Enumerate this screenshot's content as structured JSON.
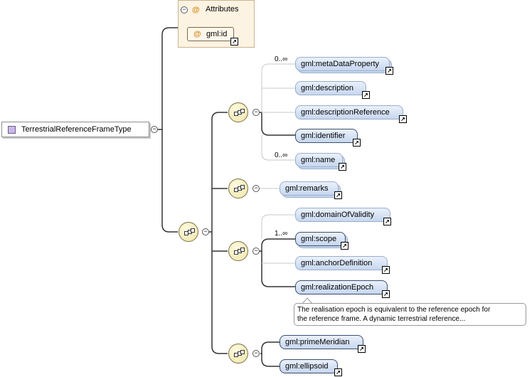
{
  "attributes": {
    "title": "Attributes",
    "id_label": "gml:id",
    "at_symbol": "@"
  },
  "root_type": "TerrestrialReferenceFrameType",
  "collapse_symbol": "−",
  "link_symbol": "↗",
  "seq1": {
    "elements": [
      {
        "label": "gml:metaDataProperty",
        "occurrence": "0..∞"
      },
      {
        "label": "gml:description",
        "occurrence": ""
      },
      {
        "label": "gml:descriptionReference",
        "occurrence": ""
      },
      {
        "label": "gml:identifier",
        "occurrence": ""
      },
      {
        "label": "gml:name",
        "occurrence": "0..∞"
      }
    ]
  },
  "seq2": {
    "elements": [
      {
        "label": "gml:remarks"
      }
    ]
  },
  "seq3": {
    "elements": [
      {
        "label": "gml:domainOfValidity",
        "occurrence": ""
      },
      {
        "label": "gml:scope",
        "occurrence": "1..∞"
      },
      {
        "label": "gml:anchorDefinition",
        "occurrence": ""
      },
      {
        "label": "gml:realizationEpoch",
        "occurrence": ""
      }
    ]
  },
  "tooltip": {
    "line1": "The realisation epoch is equivalent to the reference epoch for",
    "line2": "the reference frame. A dynamic terrestrial reference..."
  },
  "seq4": {
    "elements": [
      {
        "label": "gml:primeMeridian"
      },
      {
        "label": "gml:ellipsoid"
      }
    ]
  }
}
